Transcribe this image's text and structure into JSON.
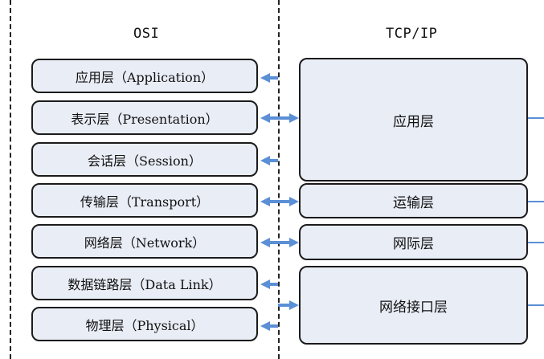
{
  "headers": {
    "osi": "OSI",
    "tcpip": "TCP/IP"
  },
  "osi_layers": [
    {
      "label": "应用层（Application）"
    },
    {
      "label": "表示层（Presentation）"
    },
    {
      "label": "会话层（Session）"
    },
    {
      "label": "传输层（Transport）"
    },
    {
      "label": "网络层（Network）"
    },
    {
      "label": "数据链路层（Data Link）"
    },
    {
      "label": "物理层（Physical）"
    }
  ],
  "tcpip_layers": [
    {
      "label": "应用层"
    },
    {
      "label": "运输层"
    },
    {
      "label": "网际层"
    },
    {
      "label": "网络接口层"
    }
  ],
  "colors": {
    "box_fill": "#e9edf6",
    "box_border": "#1b1b1b",
    "arrow": "#5b8fd6"
  }
}
